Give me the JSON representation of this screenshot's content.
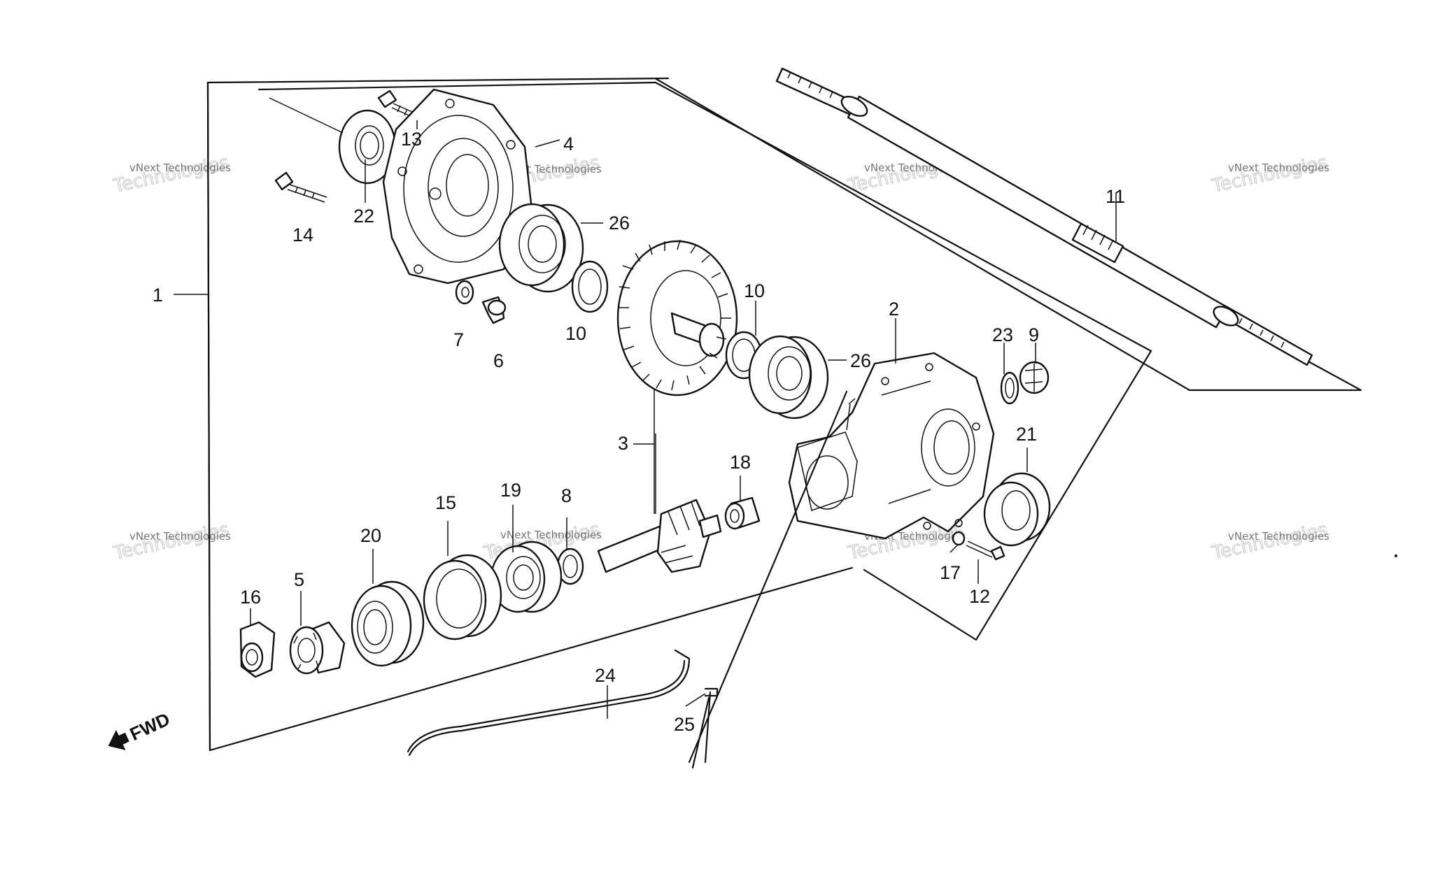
{
  "callouts": {
    "c1": "1",
    "c2": "2",
    "c3": "3",
    "c4": "4",
    "c5": "5",
    "c6": "6",
    "c7": "7",
    "c8": "8",
    "c9": "9",
    "c10a": "10",
    "c10b": "10",
    "c11": "11",
    "c12": "12",
    "c13": "13",
    "c14": "14",
    "c15": "15",
    "c16": "16",
    "c17": "17",
    "c18": "18",
    "c19": "19",
    "c20": "20",
    "c21": "21",
    "c22": "22",
    "c23": "23",
    "c24": "24",
    "c25": "25",
    "c26a": "26",
    "c26b": "26"
  },
  "fwd_label": "FWD",
  "watermark": {
    "line1": "vNext Technologies",
    "line2": "Technologies"
  }
}
